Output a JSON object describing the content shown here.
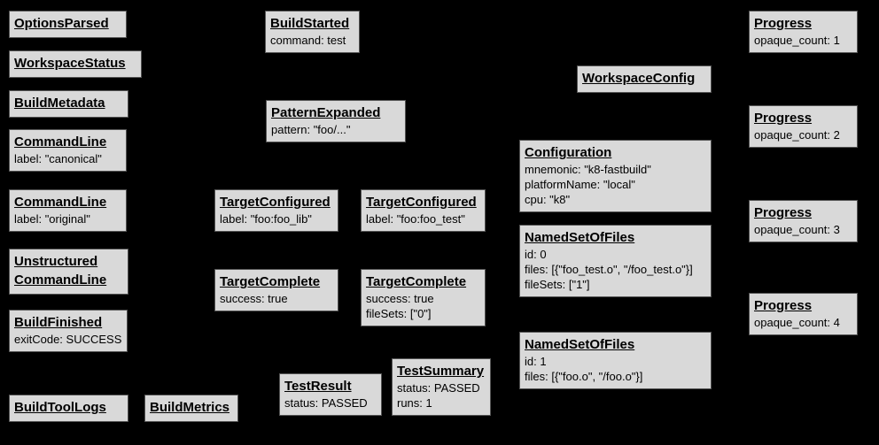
{
  "colors": {
    "background": "#000000",
    "box_fill": "#d9d9d9",
    "box_border": "#545454",
    "text": "#000000"
  },
  "diagram": "Build event protocol event graph",
  "boxes": [
    {
      "title": "OptionsParsed",
      "lines": []
    },
    {
      "title": "WorkspaceStatus",
      "lines": []
    },
    {
      "title": "BuildMetadata",
      "lines": []
    },
    {
      "title": "CommandLine",
      "lines": [
        "label: \"canonical\""
      ]
    },
    {
      "title": "CommandLine",
      "lines": [
        "label: \"original\""
      ]
    },
    {
      "title": "Unstructured\nCommandLine",
      "lines": []
    },
    {
      "title": "BuildFinished",
      "lines": [
        "exitCode: SUCCESS"
      ]
    },
    {
      "title": "BuildToolLogs",
      "lines": []
    },
    {
      "title": "BuildMetrics",
      "lines": []
    },
    {
      "title": "BuildStarted",
      "lines": [
        "command: test"
      ]
    },
    {
      "title": "PatternExpanded",
      "lines": [
        "pattern: \"foo/...\""
      ]
    },
    {
      "title": "TargetConfigured",
      "lines": [
        "label: \"foo:foo_lib\""
      ]
    },
    {
      "title": "TargetComplete",
      "lines": [
        "success: true"
      ]
    },
    {
      "title": "TestResult",
      "lines": [
        "status: PASSED"
      ]
    },
    {
      "title": "TargetConfigured",
      "lines": [
        "label: \"foo:foo_test\""
      ]
    },
    {
      "title": "TargetComplete",
      "lines": [
        "success: true",
        "fileSets: [\"0\"]"
      ]
    },
    {
      "title": "TestSummary",
      "lines": [
        "status: PASSED",
        "runs: 1"
      ]
    },
    {
      "title": "WorkspaceConfig",
      "lines": []
    },
    {
      "title": "Configuration",
      "lines": [
        "mnemonic: \"k8-fastbuild\"",
        "platformName: \"local\"",
        "cpu: \"k8\""
      ]
    },
    {
      "title": "NamedSetOfFiles",
      "lines": [
        "id: 0",
        "files: [{\"foo_test.o\", \"/foo_test.o\"}]",
        "fileSets: [\"1\"]"
      ]
    },
    {
      "title": "NamedSetOfFiles",
      "lines": [
        "id: 1",
        "files: [{\"foo.o\", \"/foo.o\"}]"
      ]
    },
    {
      "title": "Progress",
      "lines": [
        "opaque_count: 1"
      ]
    },
    {
      "title": "Progress",
      "lines": [
        "opaque_count: 2"
      ]
    },
    {
      "title": "Progress",
      "lines": [
        "opaque_count: 3"
      ]
    },
    {
      "title": "Progress",
      "lines": [
        "opaque_count: 4"
      ]
    }
  ]
}
